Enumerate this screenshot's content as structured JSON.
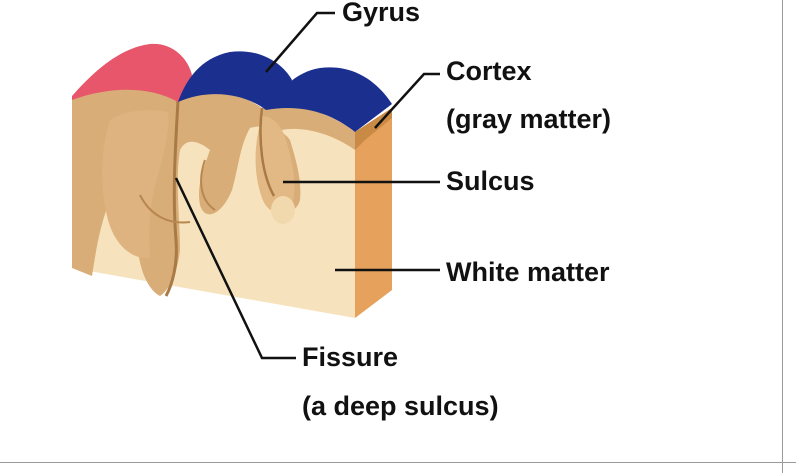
{
  "labels": {
    "gyrus": "Gyrus",
    "cortex": "Cortex",
    "cortex_note": "(gray matter)",
    "sulcus": "Sulcus",
    "white_matter": "White matter",
    "fissure": "Fissure",
    "fissure_note": "(a deep sulcus)"
  },
  "colors": {
    "gyrus_left": "#e8566b",
    "gyrus_blue": "#1b2f8f",
    "cortex_gray_matter": "#d9ad78",
    "white_matter": "#f6e3bd",
    "side_face": "#e6a25c",
    "leader_lines": "#111111"
  }
}
